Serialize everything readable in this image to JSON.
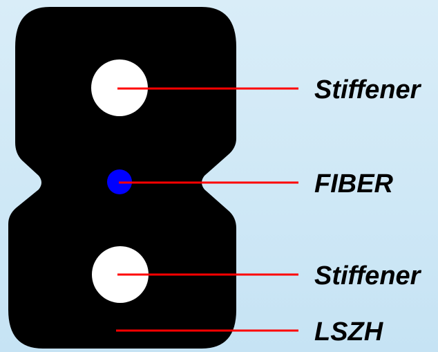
{
  "diagram": {
    "type": "cable-cross-section",
    "labels": {
      "stiffener_top": "Stiffener",
      "fiber": "FIBER",
      "stiffener_bottom": "Stiffener",
      "sheath": "LSZH"
    },
    "colors": {
      "background": "#d4ebf7",
      "sheath": "#000000",
      "stiffener": "#ffffff",
      "fiber": "#0000ff",
      "leader_line": "#ff0000",
      "label_text": "#000000"
    }
  }
}
